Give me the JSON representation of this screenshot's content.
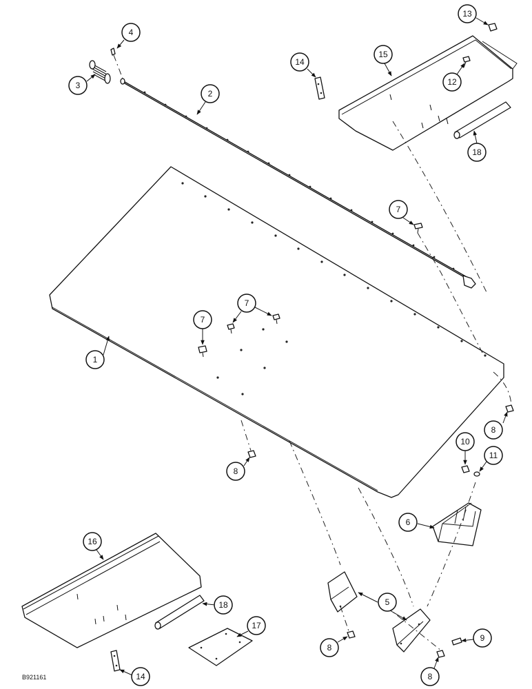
{
  "drawing_code": "B921161",
  "callouts": [
    "1",
    "2",
    "3",
    "4",
    "5",
    "6",
    "7",
    "8",
    "9",
    "10",
    "11",
    "12",
    "13",
    "14",
    "15",
    "16",
    "17",
    "18"
  ]
}
